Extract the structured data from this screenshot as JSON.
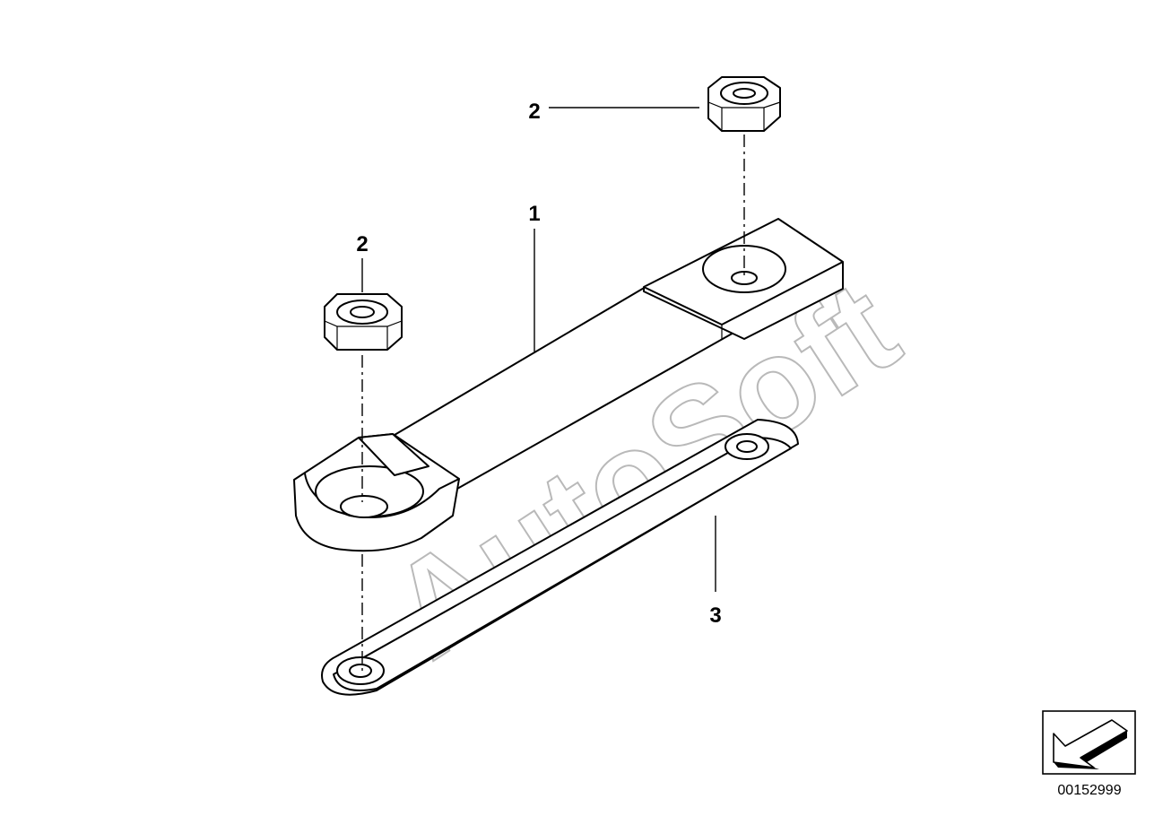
{
  "diagram": {
    "callouts": [
      {
        "id": "c1",
        "label": "1"
      },
      {
        "id": "c2a",
        "label": "2"
      },
      {
        "id": "c2b",
        "label": "2"
      },
      {
        "id": "c3",
        "label": "3"
      }
    ],
    "watermark": "AutoSoft",
    "diagram_id": "00152999",
    "icons": [
      "hex-nut-icon",
      "ground-strap-icon",
      "insulator-strip-icon",
      "direction-arrow-icon"
    ]
  }
}
